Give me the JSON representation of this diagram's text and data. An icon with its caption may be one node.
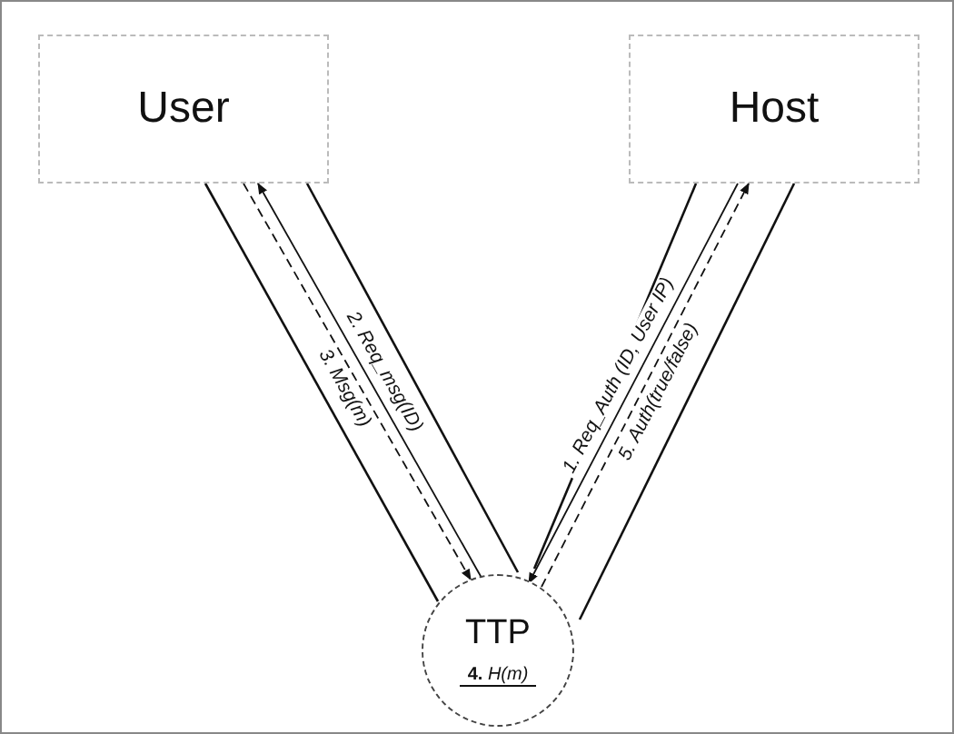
{
  "diagram": {
    "nodes": [
      {
        "text": [
          "User"
        ]
      },
      {
        "text": [
          "Host"
        ]
      },
      {
        "text": [
          "TTP",
          "**4.** *H(m)*"
        ]
      }
    ],
    "edges": [
      {
        "from": 1,
        "to": 2,
        "arrow": "to",
        "label": "1. Req_Auth (ID, User IP)"
      },
      {
        "from": 2,
        "to": 0,
        "arrow": "to",
        "label": "2. Req_msg(ID)"
      },
      {
        "from": 0,
        "to": 2,
        "arrow": "to",
        "label": "3. Msg(m)",
        "style": "dashed"
      },
      {
        "from": 2,
        "to": 1,
        "arrow": "to",
        "label": "5. Auth(true/false)",
        "style": "dashed"
      }
    ]
  }
}
